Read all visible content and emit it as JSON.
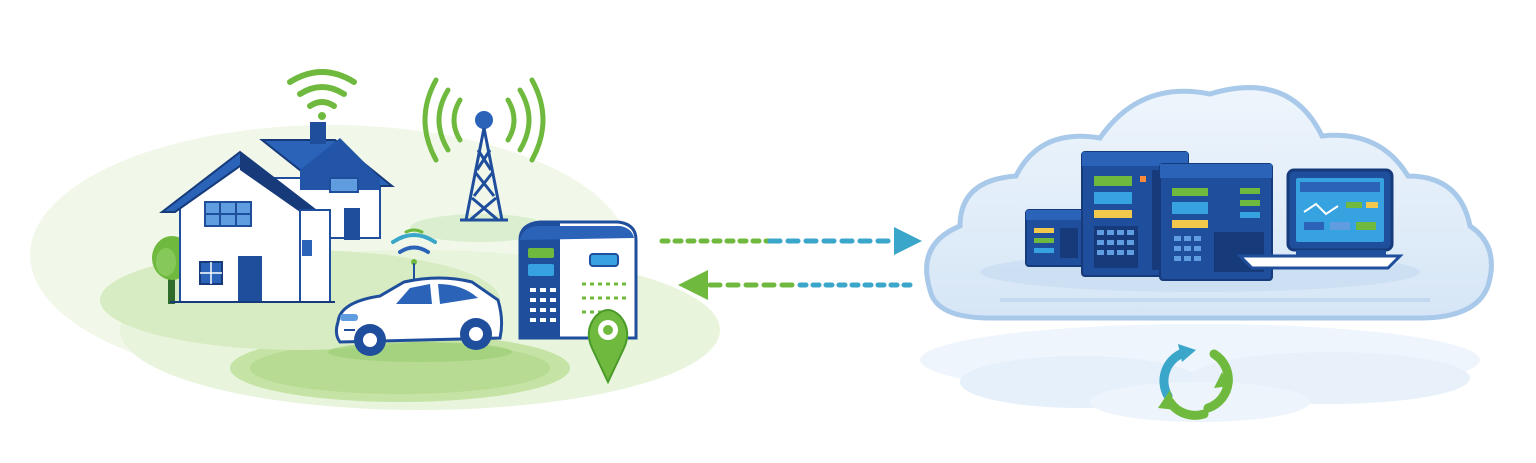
{
  "diagram": {
    "colors": {
      "navy": "#1f4e9c",
      "blue": "#2a63b8",
      "dark_navy": "#163a7a",
      "green": "#6fba3e",
      "light_green": "#c9e6a8",
      "teal": "#3aa6c9",
      "cloud": "#dbe9f7",
      "screen": "#36a3e0",
      "white": "#ffffff"
    },
    "left_group": {
      "items": [
        "house",
        "cell-tower",
        "car",
        "charging-station",
        "location-pin"
      ]
    },
    "right_group": {
      "items": [
        "cloud",
        "server-small",
        "server-tall",
        "server-mid",
        "laptop",
        "sync-icon"
      ]
    },
    "links": [
      {
        "from": "charging-station",
        "to": "cloud",
        "direction": "right"
      },
      {
        "from": "cloud",
        "to": "charging-station",
        "direction": "left"
      }
    ]
  }
}
